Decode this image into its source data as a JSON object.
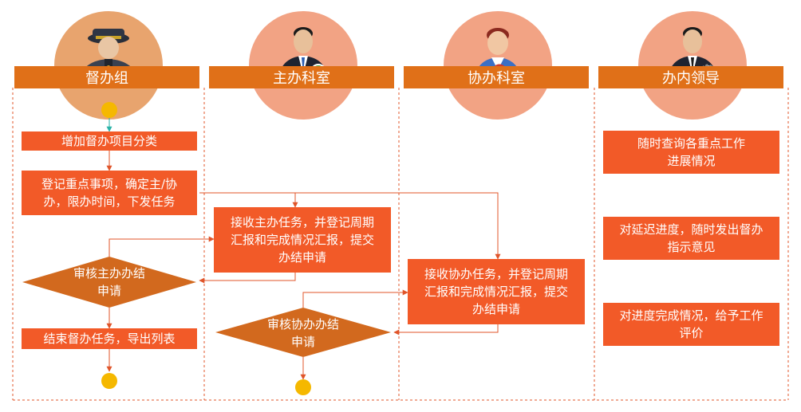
{
  "colors": {
    "header": "#E07018",
    "box": "#F25A28",
    "diamond": "#D2691E",
    "arrow": "#E0552A",
    "circle": "#F5B800",
    "avatar_bg": "#F2A384",
    "avatar_bg_first": "#E8A46E",
    "dash": "#E0552A"
  },
  "lanes": [
    {
      "title": "督办组",
      "icon": "officer-avatar-icon"
    },
    {
      "title": "主办科室",
      "icon": "approve-businessman-icon"
    },
    {
      "title": "协办科室",
      "icon": "search-person-icon"
    },
    {
      "title": "办内领导",
      "icon": "settings-businessman-icon"
    }
  ],
  "boxes": {
    "add_category": "增加督办项目分类",
    "register_line1": "登记重点事项，确定主/协",
    "register_line2": "办，限办时间，下发任务",
    "main_receive_line1": "接收主办任务，并登记周期",
    "main_receive_line2": "汇报和完成情况汇报，提交",
    "main_receive_line3": "办结申请",
    "assist_receive_line1": "接收协办任务，并登记周期",
    "assist_receive_line2": "汇报和完成情况汇报，提交",
    "assist_receive_line3": "办结申请",
    "finish": "结束督办任务，导出列表",
    "leader1_line1": "随时查询各重点工作",
    "leader1_line2": "进展情况",
    "leader2_line1": "对延迟进度，随时发出督办",
    "leader2_line2": "指示意见",
    "leader3_line1": "对进度完成情况，给予工作",
    "leader3_line2": "评价"
  },
  "diamonds": {
    "review_main_line1": "审核主办办结",
    "review_main_line2": "申请",
    "review_assist_line1": "审核协办办结",
    "review_assist_line2": "申请"
  }
}
